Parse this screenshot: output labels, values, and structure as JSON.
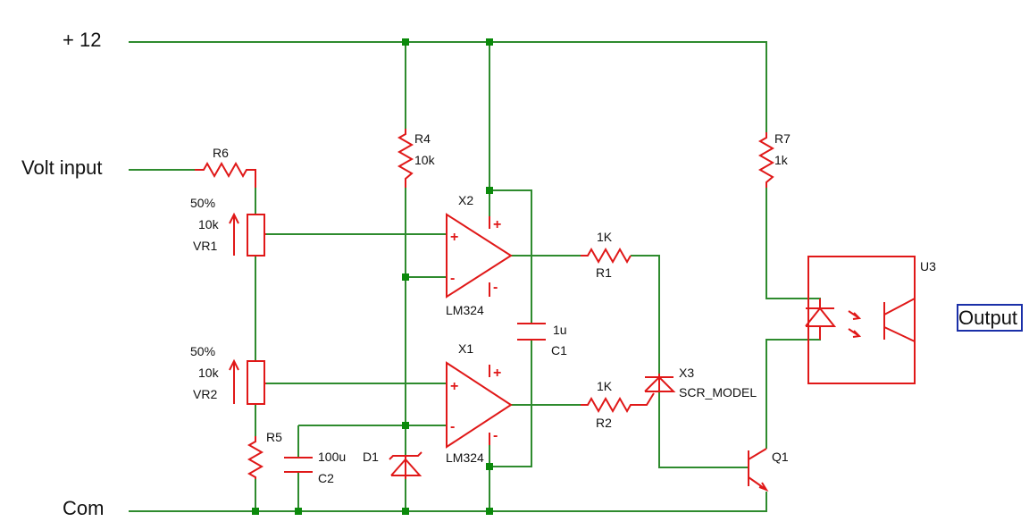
{
  "nets": {
    "vcc": "+ 12",
    "volt_input": "Volt input",
    "com": "Com",
    "output": "Output"
  },
  "components": {
    "r6": {
      "ref": "R6"
    },
    "vr1": {
      "ref": "VR1",
      "value": "10k",
      "setting": "50%"
    },
    "vr2": {
      "ref": "VR2",
      "value": "10k",
      "setting": "50%"
    },
    "r5": {
      "ref": "R5"
    },
    "c2": {
      "ref": "C2",
      "value": "100u"
    },
    "d1": {
      "ref": "D1"
    },
    "r4": {
      "ref": "R4",
      "value": "10k"
    },
    "x2": {
      "ref": "X2",
      "value": "LM324"
    },
    "x1": {
      "ref": "X1",
      "value": "LM324"
    },
    "c1": {
      "ref": "C1",
      "value": "1u"
    },
    "r1": {
      "ref": "R1",
      "value": "1K"
    },
    "r2": {
      "ref": "R2",
      "value": "1K"
    },
    "x3": {
      "ref": "X3",
      "value": "SCR_MODEL"
    },
    "r7": {
      "ref": "R7",
      "value": "1k"
    },
    "u3": {
      "ref": "U3"
    },
    "q1": {
      "ref": "Q1"
    }
  },
  "pin_marks": {
    "plus": "+",
    "minus": "-"
  },
  "colors": {
    "wire": "#2e8b2e",
    "component": "#e01818",
    "junction": "#0b8a0b",
    "output_box": "#1a2fa8"
  }
}
